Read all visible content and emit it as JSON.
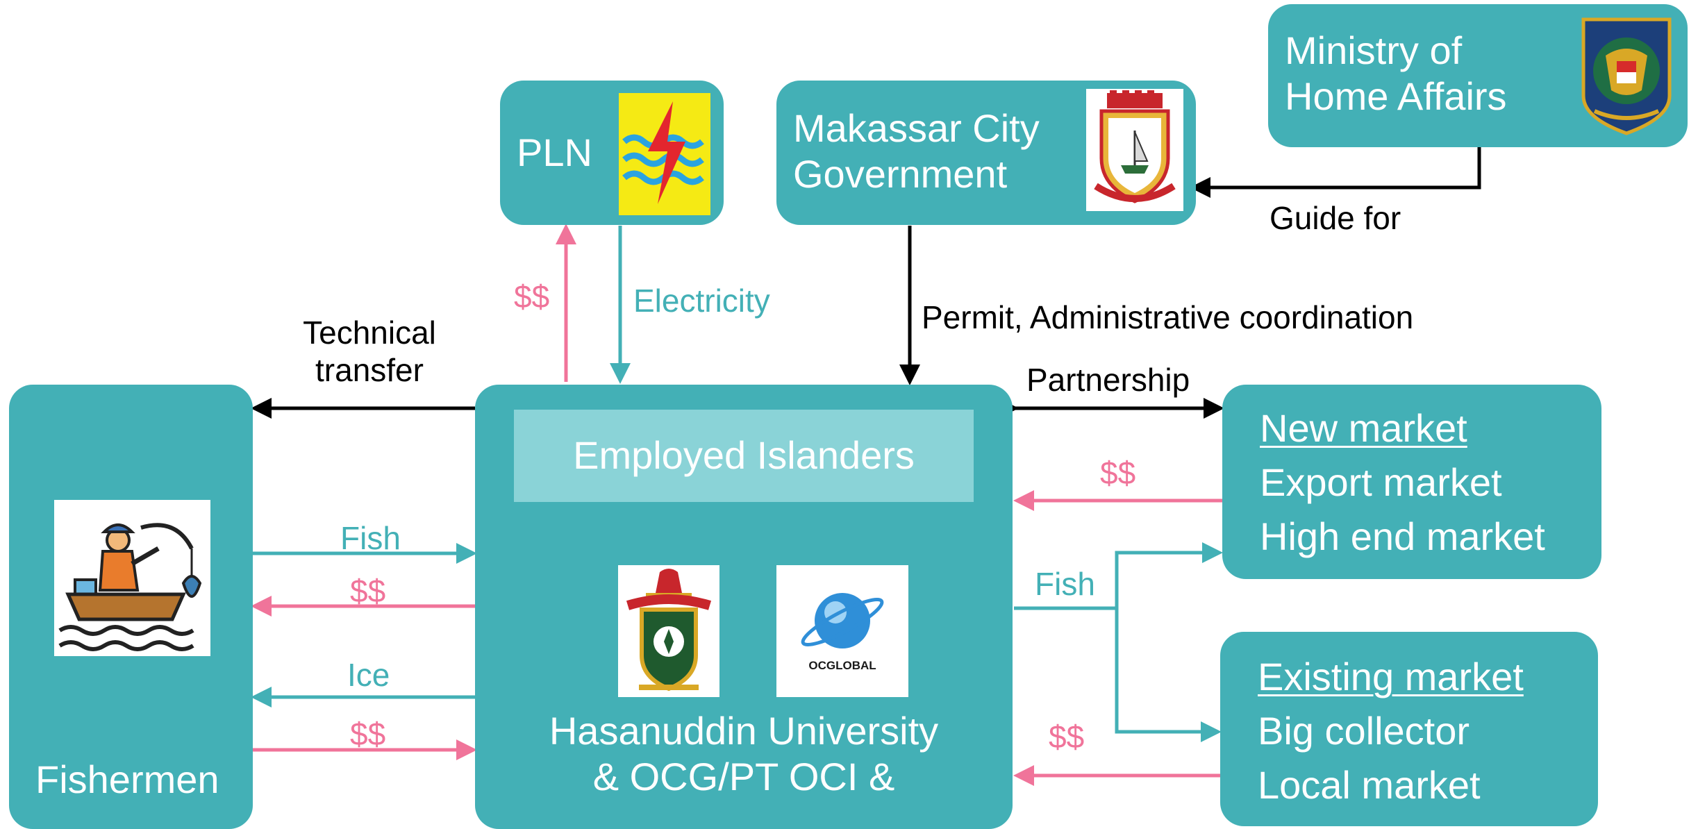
{
  "colors": {
    "box": "#43b0b6",
    "highlight": "#8ad3d7",
    "money": "#f0749a",
    "product": "#43b0b6",
    "arrow": "#000000"
  },
  "boxes": {
    "pln": {
      "label": "PLN",
      "logo_icon": "pln-lightning-logo-icon"
    },
    "makassar": {
      "label": "Makassar City\nGovernment",
      "logo_icon": "makassar-city-emblem-icon"
    },
    "ministry": {
      "label": "Ministry of\nHome Affairs",
      "logo_icon": "ministry-garuda-emblem-icon"
    },
    "fishermen": {
      "label": "Fishermen",
      "logo_icon": "fisherman-boat-icon"
    },
    "hub": {
      "highlight": "Employed Islanders",
      "label": "Hasanuddin University\n& OCG/PT OCI &",
      "logo_left_icon": "hasanuddin-university-emblem-icon",
      "logo_right_icon": "ocg-globe-logo-icon",
      "logo_right_text": "OCGLOBAL"
    },
    "new_market": {
      "title": "New market",
      "items": [
        "Export market",
        "High end market"
      ]
    },
    "existing_market": {
      "title": "Existing market",
      "items": [
        "Big collector",
        "Local market"
      ]
    }
  },
  "labels": {
    "guide_for": "Guide for",
    "permit": "Permit, Administrative coordination",
    "technical_transfer": "Technical\ntransfer",
    "partnership": "Partnership",
    "electricity": "Electricity",
    "pln_money": "$$",
    "new_market_money": "$$",
    "existing_market_money": "$$",
    "fish_to_markets": "Fish",
    "fish_from_fishermen": "Fish",
    "money_to_fishermen": "$$",
    "ice": "Ice",
    "money_from_fishermen": "$$"
  }
}
